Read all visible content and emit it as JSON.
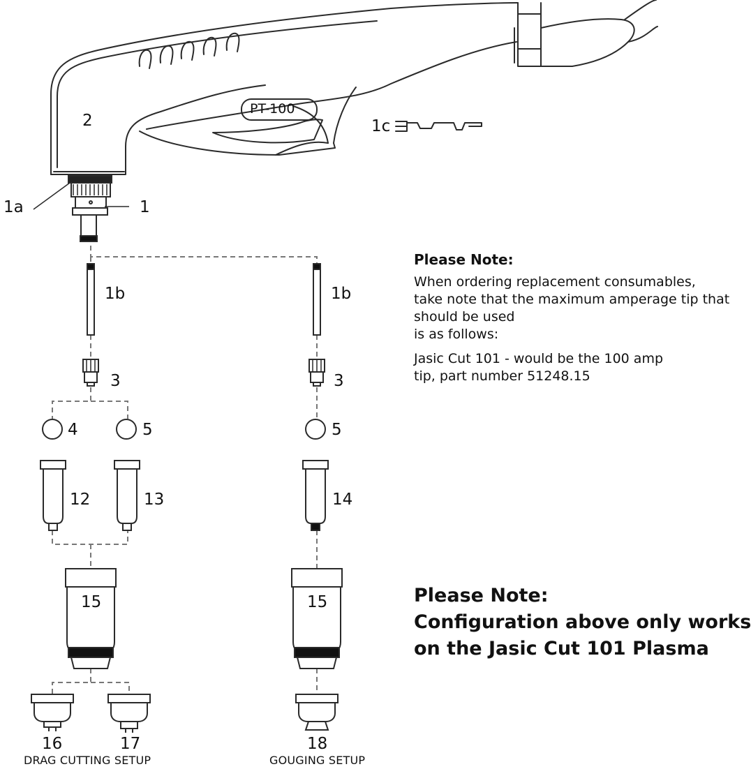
{
  "torch": {
    "model_badge": "PT-100"
  },
  "parts": {
    "p1": "1",
    "p1a": "1a",
    "p1b_left": "1b",
    "p1b_right": "1b",
    "p1c": "1c",
    "p2": "2",
    "p3_left": "3",
    "p3_right": "3",
    "p4": "4",
    "p5_left": "5",
    "p5_right": "5",
    "p12": "12",
    "p13": "13",
    "p14": "14",
    "p15_left": "15",
    "p15_right": "15",
    "p16": "16",
    "p17": "17",
    "p18": "18"
  },
  "setups": {
    "drag": "DRAG CUTTING SETUP",
    "gouging": "GOUGING SETUP"
  },
  "note1": {
    "heading": "Please Note:",
    "lines": [
      "When ordering replacement consumables,",
      "take note that the maximum amperage tip that",
      "should be used",
      "is as follows:"
    ],
    "lines2": [
      "Jasic Cut 101 - would be the 100 amp",
      "tip, part number 51248.15"
    ]
  },
  "note2": {
    "heading": "Please Note:",
    "lines": [
      "Configuration above only works",
      "on the Jasic Cut 101 Plasma"
    ]
  },
  "colors": {
    "line": "#2a2a2a",
    "dash": "#777777"
  }
}
